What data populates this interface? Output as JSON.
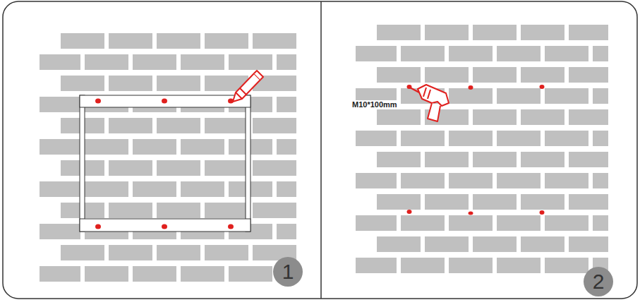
{
  "diagram": {
    "nodes": [
      {
        "text": [
          "1"
        ]
      },
      {
        "text": [
          "2"
        ]
      }
    ],
    "labels": [
      "M10*100mm"
    ]
  }
}
